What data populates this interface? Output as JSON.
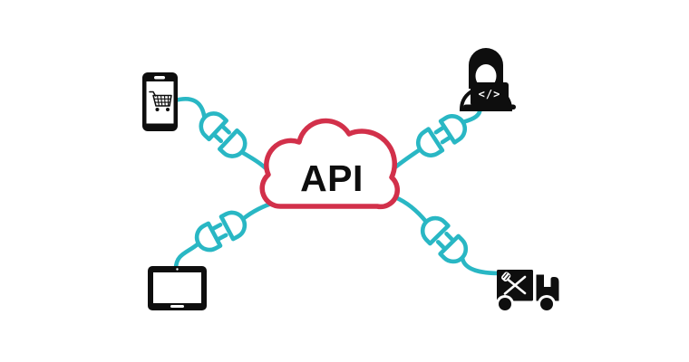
{
  "colors": {
    "teal": "#29b7c4",
    "red": "#d2304a",
    "ink": "#0e0e0e",
    "background": "#ffffff"
  },
  "cloud": {
    "label": "API"
  },
  "developer": {
    "code_symbol": "</>"
  },
  "nodes": [
    {
      "name": "smartphone-ecommerce",
      "position": "top-left",
      "icon": "smartphone-shopping-cart-icon"
    },
    {
      "name": "developer-laptop",
      "position": "top-right",
      "icon": "developer-woman-laptop-icon"
    },
    {
      "name": "tablet",
      "position": "bottom-left",
      "icon": "tablet-icon"
    },
    {
      "name": "food-truck",
      "position": "bottom-right",
      "icon": "food-truck-icon"
    }
  ],
  "connectors": {
    "style": "plug-and-socket",
    "count": 4
  }
}
